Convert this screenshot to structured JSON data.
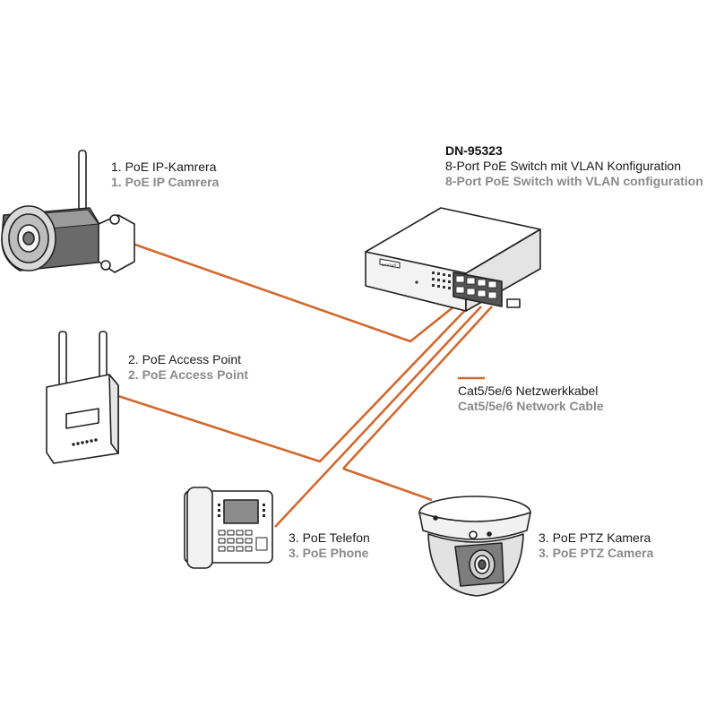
{
  "switch": {
    "model": "DN-95323",
    "desc_de": "8-Port PoE Switch mit VLAN Konfiguration",
    "desc_en": "8-Port PoE Switch with VLAN configuration",
    "brand": "DIGITUS"
  },
  "devices": {
    "ip_camera": {
      "label_de": "1. PoE IP-Kamrera",
      "label_en": "1. PoE IP Camrera"
    },
    "access_point": {
      "label_de": "2. PoE Access Point",
      "label_en": "2. PoE Access Point"
    },
    "phone": {
      "label_de": "3. PoE Telefon",
      "label_en": "3. PoE Phone"
    },
    "ptz_camera": {
      "label_de": "3. PoE PTZ Kamera",
      "label_en": "3. PoE PTZ Camera"
    }
  },
  "legend": {
    "cable_de": "Cat5/5e/6 Netzwerkkabel",
    "cable_en": "Cat5/5e/6 Network Cable"
  },
  "colors": {
    "cable": "#d2692e",
    "outline": "#222222",
    "label_en": "#8a8a8a"
  }
}
